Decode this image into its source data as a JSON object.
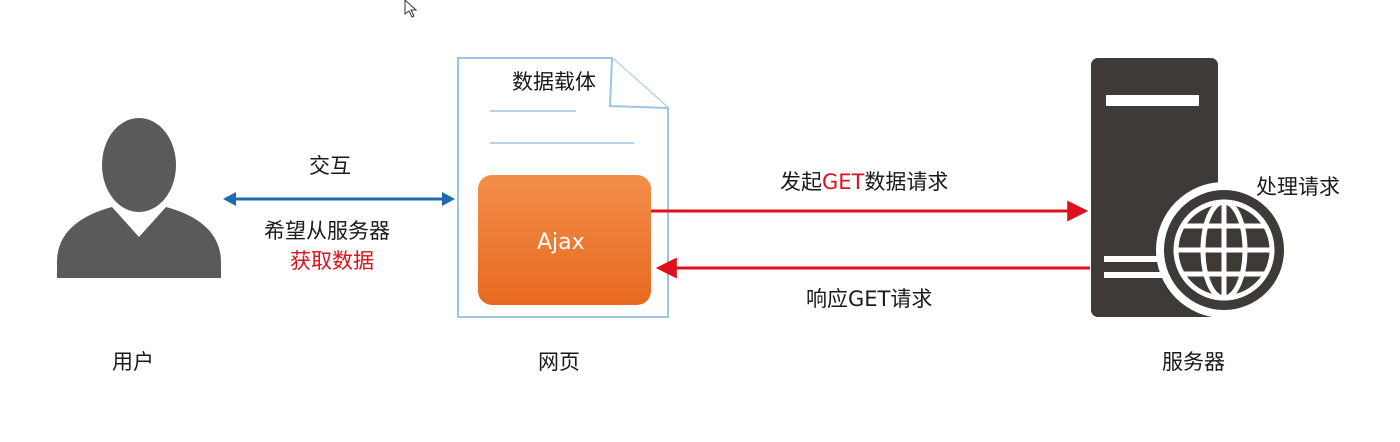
{
  "user": {
    "label": "用户",
    "icon": "user-silhouette-icon"
  },
  "interaction": {
    "top_label": "交互",
    "bottom_line1": "希望从服务器",
    "bottom_line2": "获取数据"
  },
  "webpage": {
    "label": "网页",
    "doc_title": "数据载体",
    "ajax_label": "Ajax",
    "icon": "document-icon"
  },
  "request": {
    "prefix": "发起",
    "method": "GET",
    "suffix": "数据请求"
  },
  "response": {
    "label": "响应GET请求"
  },
  "server": {
    "label": "服务器",
    "note": "处理请求",
    "icon": "server-tower-icon",
    "globe_icon": "globe-icon"
  },
  "colors": {
    "interaction_arrow": "#1e6bb0",
    "request_arrow": "#e0101a",
    "ajax_fill": "#ee7a2c",
    "figure_gray": "#5a5a5a",
    "server_dark": "#3d3a38"
  }
}
